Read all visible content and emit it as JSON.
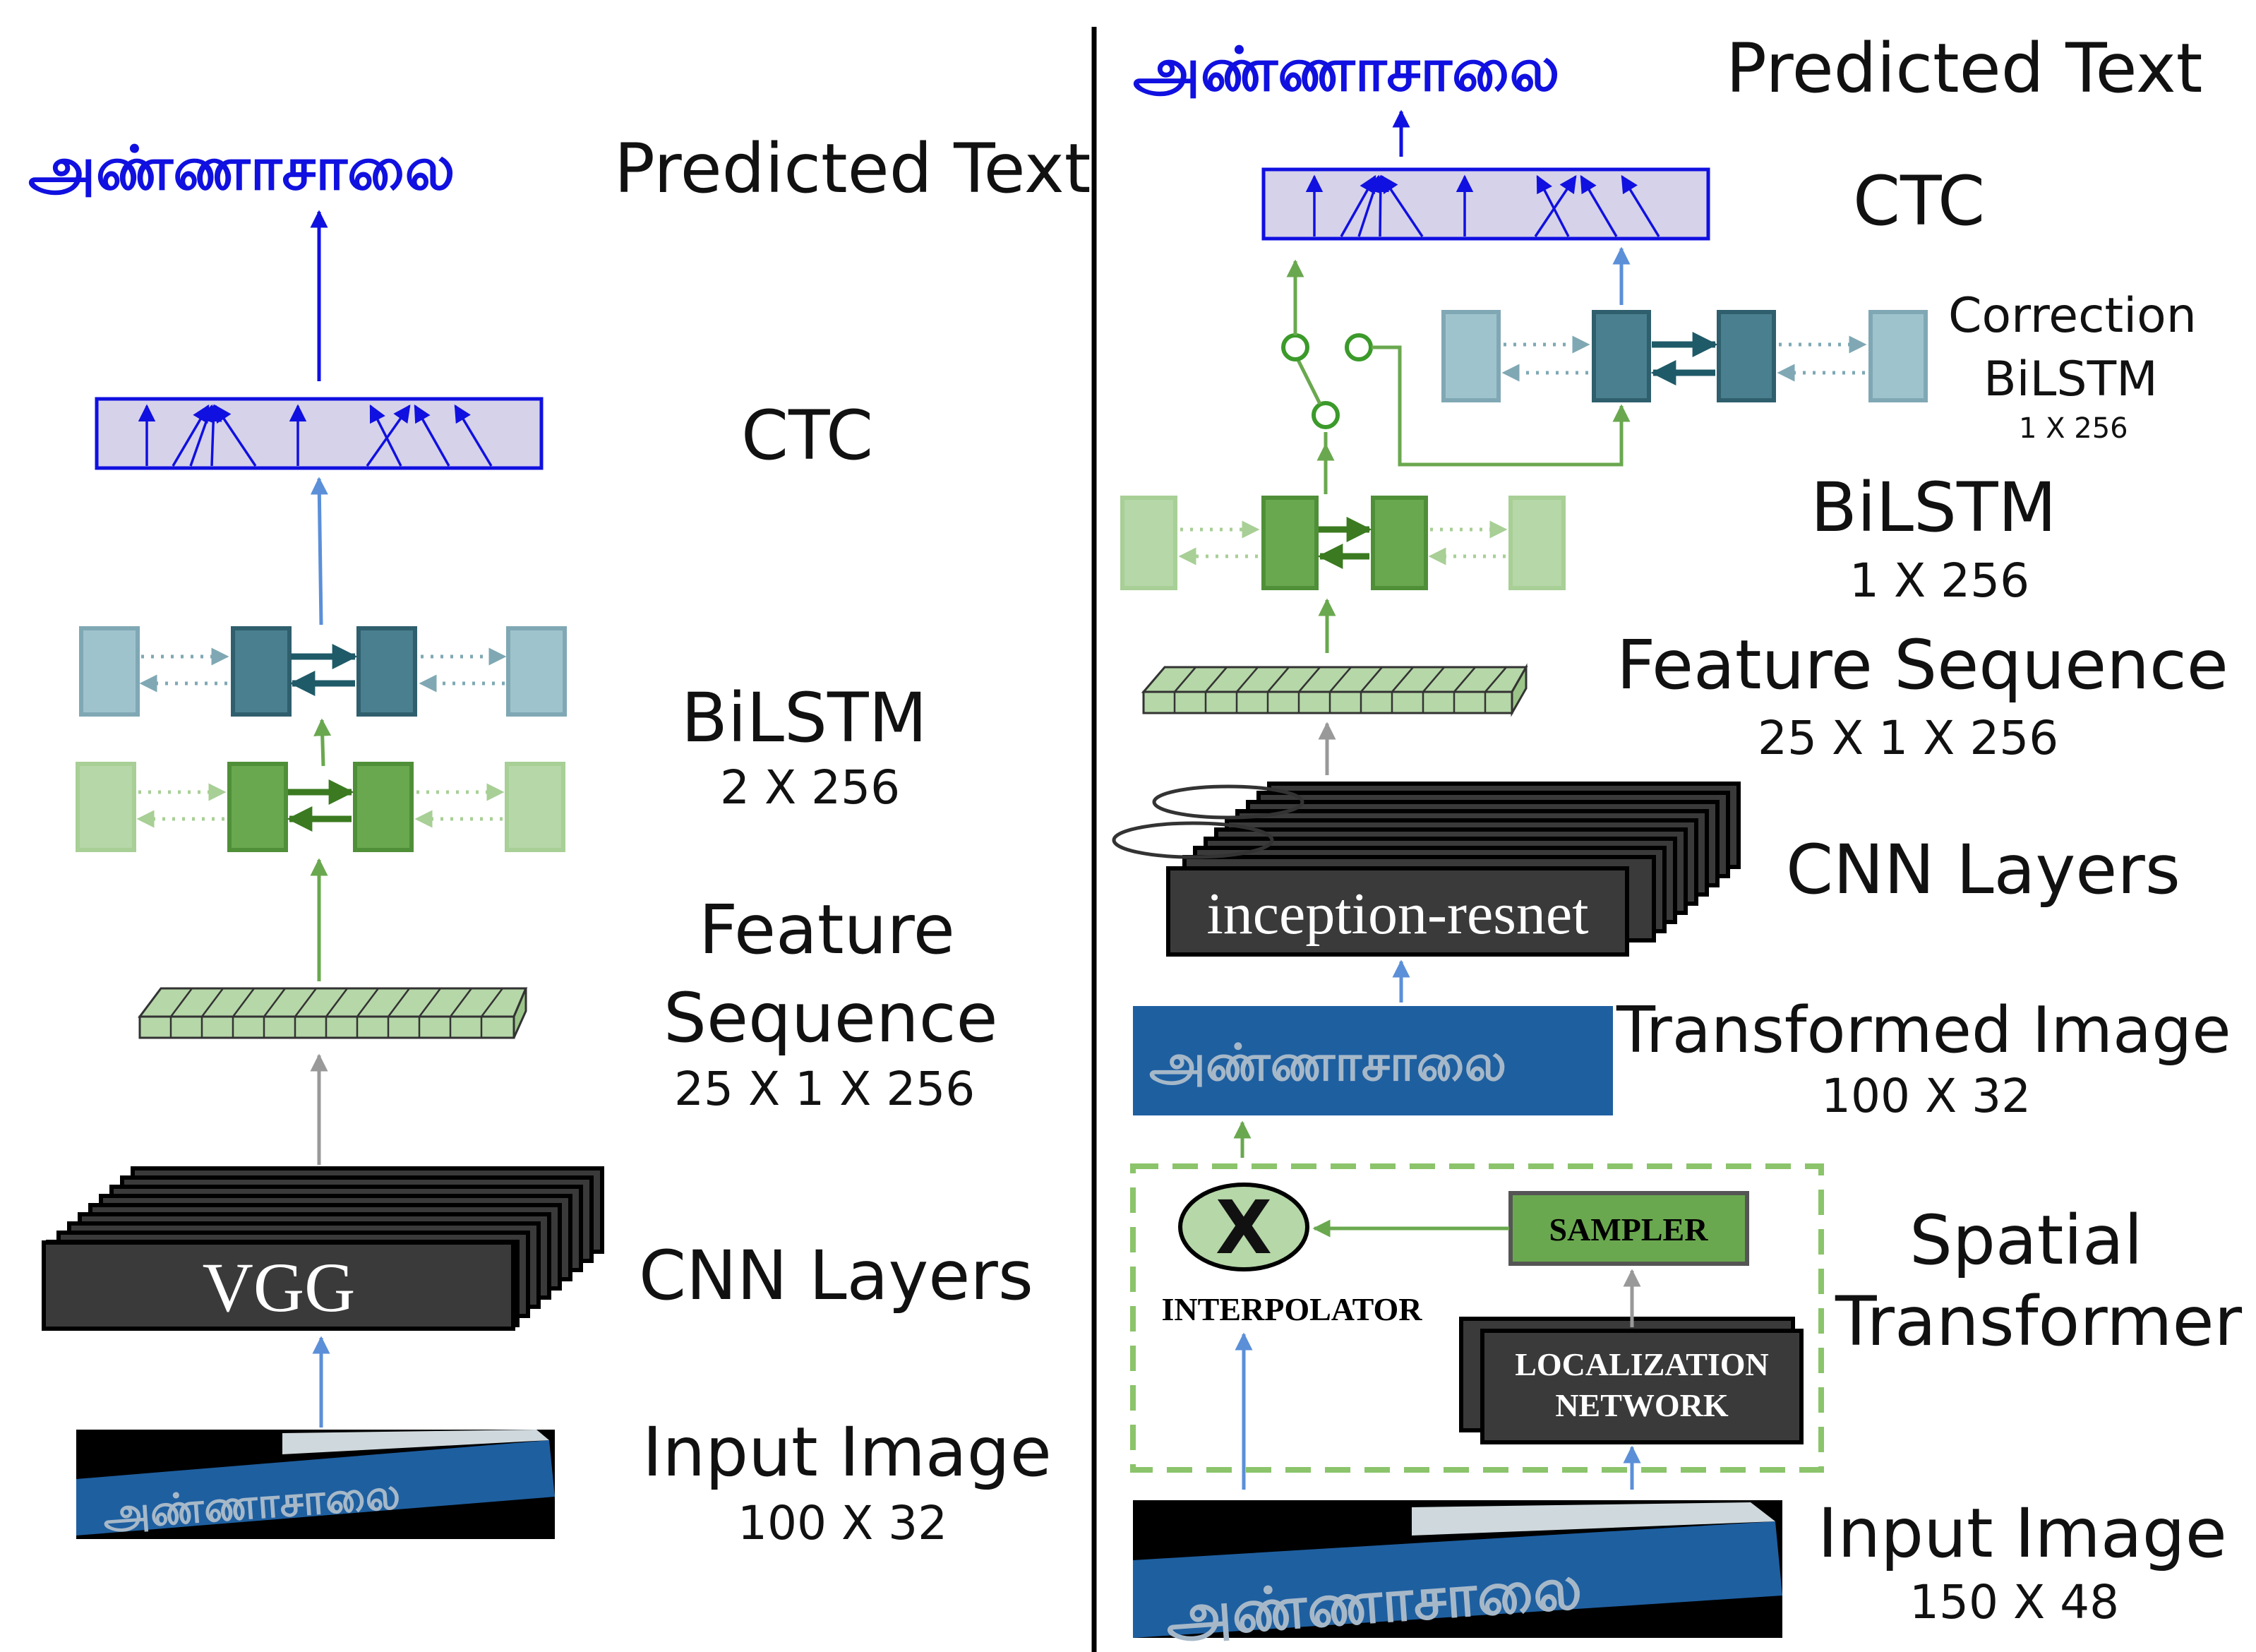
{
  "colors": {
    "blue": "#1010e0",
    "lightblue_arrow": "#5b8fd8",
    "green": "#6aa84f",
    "green_dark": "#3b7a20",
    "green_light": "#b6d7a8",
    "teal": "#4a7f8f",
    "teal_light": "#9fc3cd",
    "ctc_fill": "#d6d2ea",
    "cnn": "#3a3a3a",
    "gray_arrow": "#999999"
  },
  "left": {
    "predicted_word": "அண்ணாசாலை",
    "predicted_label": "Predicted Text",
    "ctc_label": "CTC",
    "bilstm_label": "BiLSTM",
    "bilstm_dims": "2 X 256",
    "feature_label_1": "Feature",
    "feature_label_2": "Sequence",
    "feature_dims": "25 X 1 X 256",
    "cnn_label": "CNN Layers",
    "cnn_name": "VGG",
    "input_label": "Input Image",
    "input_dims": "100 X 32",
    "input_word": "அண்ணாசாலை"
  },
  "right": {
    "predicted_word": "அண்ணாசாலை",
    "predicted_label": "Predicted Text",
    "ctc_label": "CTC",
    "correction_label_1": "Correction",
    "correction_label_2": "BiLSTM",
    "correction_dims": "1 X 256",
    "bilstm_label": "BiLSTM",
    "bilstm_dims": "1 X 256",
    "feature_label": "Feature Sequence",
    "feature_dims": "25 X 1 X 256",
    "cnn_label": "CNN Layers",
    "cnn_name": "inception-resnet",
    "transformed_label": "Transformed Image",
    "transformed_dims": "100 X 32",
    "transformed_word": "அண்ணாசாலை",
    "interpolator_symbol": "X",
    "interpolator_label": "INTERPOLATOR",
    "sampler_label": "SAMPLER",
    "localization_label_1": "LOCALIZATION",
    "localization_label_2": "NETWORK",
    "spatial_label_1": "Spatial",
    "spatial_label_2": "Transformer",
    "input_label": "Input Image",
    "input_dims": "150 X 48",
    "input_word": "அண்ணாசாலை"
  }
}
